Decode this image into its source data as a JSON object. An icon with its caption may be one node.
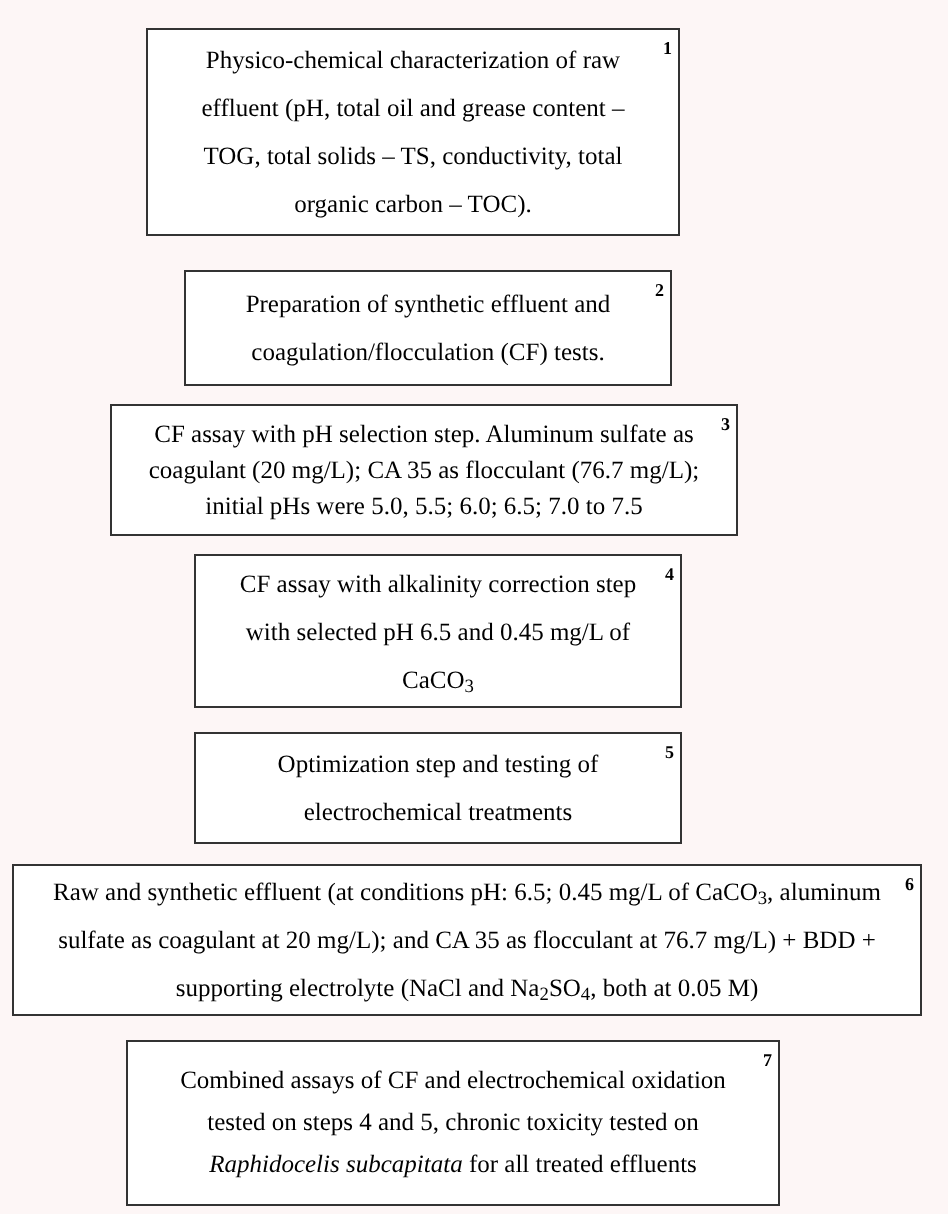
{
  "diagram": {
    "nodes": [
      {
        "text": [
          "Physico-chemical characterization of raw effluent (pH, total oil and grease content – TOG, total solids – TS, conductivity, total organic carbon – TOC).",
          "1"
        ]
      },
      {
        "text": [
          "Preparation of synthetic effluent and coagulation/flocculation (CF) tests.",
          "2"
        ]
      },
      {
        "text": [
          "CF assay with pH selection step. Aluminum sulfate as coagulant (20 mg/L); CA 35 as flocculant (76.7 mg/L); initial pHs were 5.0, 5.5; 6.0; 6.5; 7.0 to 7.5",
          "3"
        ]
      },
      {
        "text": [
          "CF assay with alkalinity correction step with selected pH 6.5 and 0.45 mg/L of CaCO$_{3}$",
          "4"
        ]
      },
      {
        "text": [
          "Optimization step and testing of electrochemical treatments",
          "5"
        ]
      },
      {
        "text": [
          "Raw and synthetic effluent (at conditions pH: 6.5; 0.45 mg/L of CaCO$_{3}$, aluminum sulfate as coagulant at 20 mg/L); and CA 35 as flocculant at 76.7 mg/L) + BDD + supporting electrolyte (NaCl and Na$_{2}$SO$_{4}$, both at 0.05 M)",
          "6"
        ]
      },
      {
        "text": [
          "Combined assays of CF and electrochemical oxidation tested on steps 4 and 5, chronic toxicity tested on *Raphidocelis subcapitata* for all treated effluents",
          "7"
        ]
      }
    ]
  }
}
